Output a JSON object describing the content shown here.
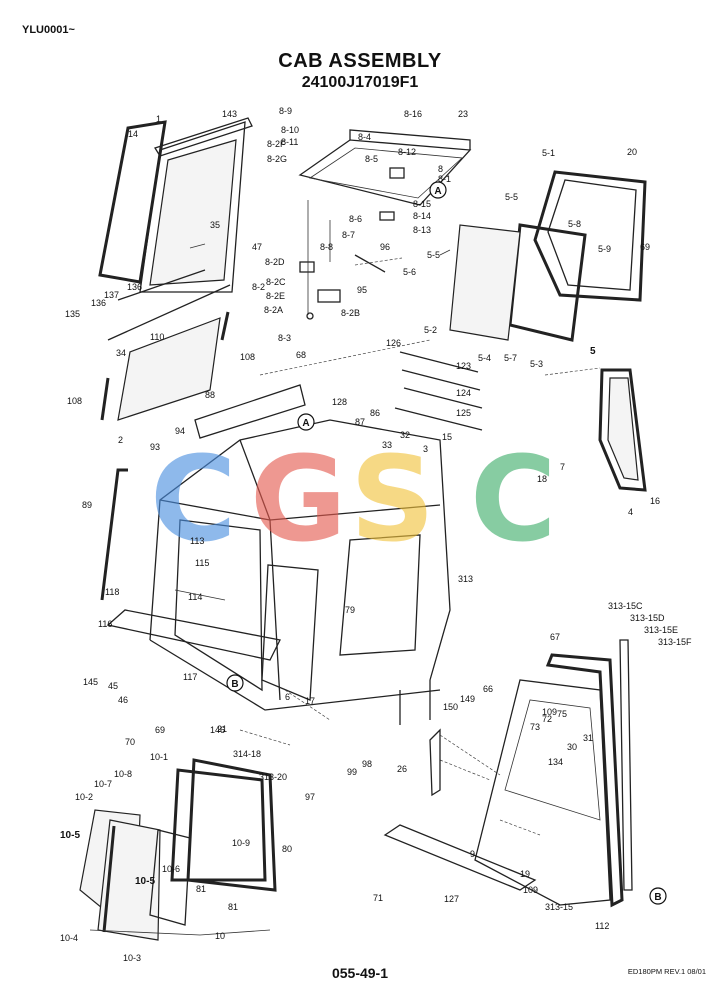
{
  "header": {
    "model_code": "YLU0001~",
    "title": "CAB ASSEMBLY",
    "part_number": "24100J17019F1"
  },
  "footer": {
    "page_number": "055-49-1",
    "revision": "ED180PM REV.1 08/01"
  },
  "watermark": {
    "letters": [
      "C",
      "G",
      "S",
      "C"
    ],
    "colors": [
      "#4a8fe0",
      "#e55a4e",
      "#f2c33b",
      "#3fae6a"
    ]
  },
  "callouts": {
    "A_top": "A",
    "A_mid": "A",
    "B_left": "B",
    "B_right": "B"
  },
  "parts": [
    "14",
    "1",
    "143",
    "35",
    "47",
    "136",
    "137",
    "136",
    "135",
    "34",
    "110",
    "108",
    "108",
    "2",
    "8-9",
    "8-10",
    "8-11",
    "8-2F",
    "8-2G",
    "8-4",
    "8-16",
    "23",
    "8-5",
    "8-12",
    "8",
    "8-1",
    "8-15",
    "8-14",
    "8-13",
    "8-6",
    "8-7",
    "96",
    "8-8",
    "95",
    "8-2D",
    "8-2C",
    "8-2",
    "8-2E",
    "8-2A",
    "8-2B",
    "8-3",
    "5-1",
    "20",
    "5-5",
    "5-8",
    "5-9",
    "69",
    "5-5",
    "5-6",
    "5-2",
    "5-4",
    "5-7",
    "5-3",
    "5",
    "126",
    "123",
    "124",
    "125",
    "68",
    "88",
    "128",
    "87",
    "86",
    "33",
    "32",
    "3",
    "15",
    "7",
    "18",
    "4",
    "16",
    "94",
    "93",
    "89",
    "113",
    "115",
    "114",
    "118",
    "116",
    "117",
    "145",
    "45",
    "46",
    "69",
    "70",
    "79",
    "313",
    "6",
    "17",
    "146",
    "21",
    "314-18",
    "313-20",
    "97",
    "99",
    "98",
    "313-15C",
    "313-15D",
    "313-15E",
    "313-15F",
    "67",
    "66",
    "149",
    "150",
    "109",
    "72",
    "75",
    "73",
    "30",
    "31",
    "134",
    "26",
    "9",
    "19",
    "109",
    "313-15",
    "112",
    "127",
    "71",
    "10-1",
    "10-8",
    "10-7",
    "10-2",
    "10-5",
    "80",
    "10-9",
    "10-6",
    "10-5",
    "81",
    "81",
    "10-4",
    "10-3",
    "10"
  ]
}
